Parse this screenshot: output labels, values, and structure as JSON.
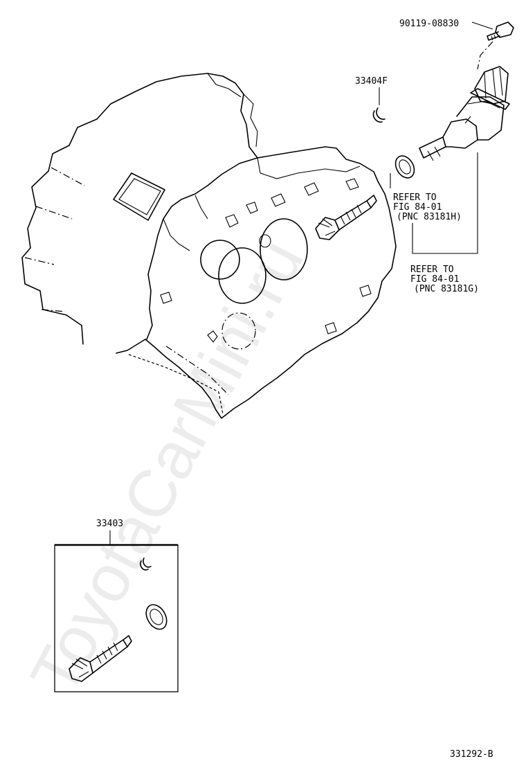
{
  "watermark": "ToyotaCarMini.ru",
  "callouts": {
    "bolt": "90119-08830",
    "clip": "33404F",
    "kit": "33403",
    "ref_h": [
      "REFER TO",
      "FIG 84-01",
      "(PNC 83181H)"
    ],
    "ref_g": [
      "REFER TO",
      "FIG 84-01",
      "(PNC 83181G)"
    ]
  },
  "figure_number": "331292-B"
}
